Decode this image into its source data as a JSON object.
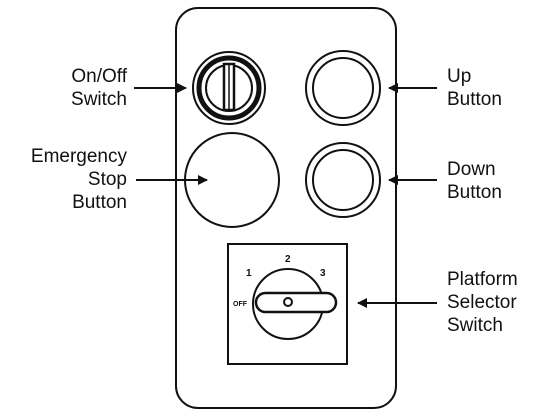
{
  "labels": {
    "on_off_switch": [
      "On/Off",
      "Switch"
    ],
    "up_button": [
      "Up",
      "Button"
    ],
    "emergency_stop_button": [
      "Emergency",
      "Stop",
      "Button"
    ],
    "down_button": [
      "Down",
      "Button"
    ],
    "platform_selector_switch": [
      "Platform",
      "Selector",
      "Switch"
    ]
  },
  "selector_positions": {
    "off": "OFF",
    "one": "1",
    "two": "2",
    "three": "3"
  },
  "colors": {
    "stroke": "#111111",
    "background": "#ffffff"
  }
}
